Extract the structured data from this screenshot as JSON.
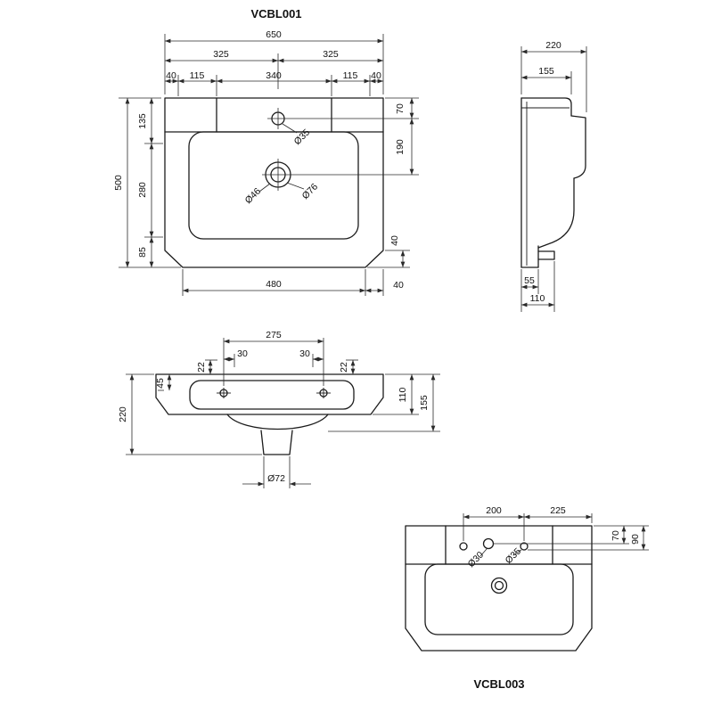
{
  "titles": {
    "vcbl001": "VCBL001",
    "vcbl003": "VCBL003"
  },
  "front_view": {
    "overall_width": "650",
    "half_left": "325",
    "half_right": "325",
    "seg_40_left": "40",
    "seg_115_left": "115",
    "seg_340": "340",
    "seg_115_right": "115",
    "seg_40_right": "40",
    "tap_drop": "70",
    "drain_drop": "190",
    "overall_height": "500",
    "top_section": "135",
    "mid_section": "280",
    "bottom_section": "85",
    "tap_dia": "Ø35",
    "waste_inner_dia": "Ø46",
    "waste_outer_dia": "Ø76",
    "corner_height": "40",
    "base_width": "480",
    "corner_width": "40"
  },
  "side_view": {
    "overall_depth": "220",
    "rim_depth": "155",
    "lower_depth_small": "55",
    "lower_depth_large": "110"
  },
  "plan_view": {
    "fixing_centres": "275",
    "offset_left": "30",
    "offset_right": "30",
    "side_offset_left": "22",
    "side_offset_right": "22",
    "rear_depth": "45",
    "overall_depth": "220",
    "front_depth": "110",
    "rim_depth": "155",
    "waste_dia": "Ø72"
  },
  "vcbl003": {
    "hole_span": "200",
    "edge_span": "225",
    "tap_drop": "70",
    "hole_drop": "90",
    "hole_dia_small": "Ø30",
    "hole_dia_large": "Ø35"
  }
}
